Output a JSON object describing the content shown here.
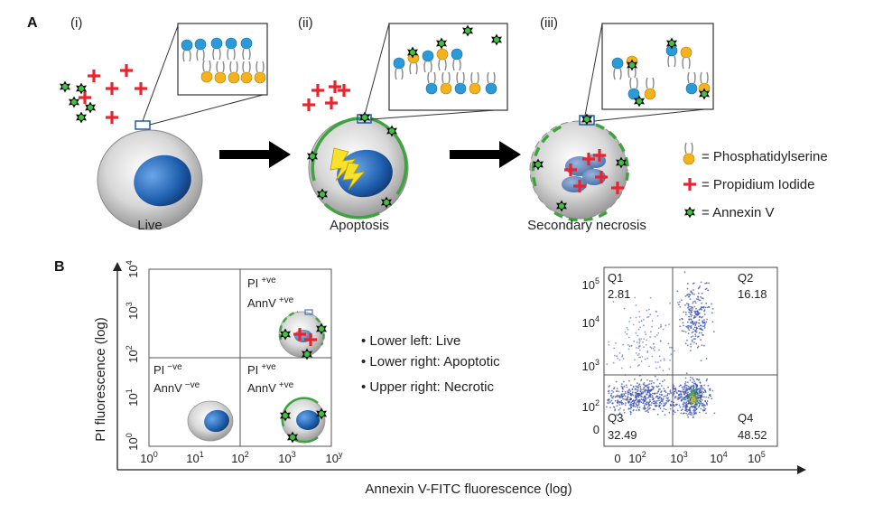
{
  "panel_a": {
    "letter": "A",
    "stage_numbers": [
      "(i)",
      "(ii)",
      "(iii)"
    ],
    "stage_labels": [
      "Live",
      "Apoptosis",
      "Secondary necrosis"
    ],
    "legend": [
      {
        "icon": "phosphatidylserine-icon",
        "label": "= Phosphatidylserine"
      },
      {
        "icon": "propidium-iodide-icon",
        "label": "= Propidium Iodide"
      },
      {
        "icon": "annexin-v-icon",
        "label": "= Annexin V"
      }
    ]
  },
  "panel_b": {
    "letter": "B",
    "ylabel": "PI fluorescence (log)",
    "xlabel": "Annexin V-FITC fluorescence (log)",
    "left_plot": {
      "y_ticks": [
        {
          "base": "10",
          "exp": "0"
        },
        {
          "base": "10",
          "exp": "1"
        },
        {
          "base": "10",
          "exp": "2"
        },
        {
          "base": "10",
          "exp": "3"
        },
        {
          "base": "10",
          "exp": "4"
        }
      ],
      "x_ticks": [
        {
          "base": "10",
          "exp": "0"
        },
        {
          "base": "10",
          "exp": "1"
        },
        {
          "base": "10",
          "exp": "2"
        },
        {
          "base": "10",
          "exp": "3"
        },
        {
          "base": "10",
          "exp": "y"
        }
      ],
      "quadrants": {
        "upper_right": {
          "pi": "PI",
          "pi_sup": "+ve",
          "ann": "AnnV",
          "ann_sup": "+ve"
        },
        "lower_left": {
          "pi": "PI",
          "pi_sup": "−ve",
          "ann": "AnnV",
          "ann_sup": "−ve"
        },
        "lower_right": {
          "pi": "PI",
          "pi_sup": "+ve",
          "ann": "AnnV",
          "ann_sup": "+ve"
        }
      }
    },
    "bullets": [
      "• Lower left: Live",
      "• Lower right: Apoptotic",
      "• Upper right: Necrotic"
    ],
    "right_plot": {
      "y_ticks": [
        {
          "base": "0",
          "exp": ""
        },
        {
          "base": "10",
          "exp": "2"
        },
        {
          "base": "10",
          "exp": "3"
        },
        {
          "base": "10",
          "exp": "4"
        },
        {
          "base": "10",
          "exp": "5"
        }
      ],
      "x_ticks": [
        {
          "base": "0",
          "exp": ""
        },
        {
          "base": "10",
          "exp": "2"
        },
        {
          "base": "10",
          "exp": "3"
        },
        {
          "base": "10",
          "exp": "4"
        },
        {
          "base": "10",
          "exp": "5"
        }
      ],
      "quadrants": [
        {
          "name": "Q1",
          "value": "2.81"
        },
        {
          "name": "Q2",
          "value": "16.18"
        },
        {
          "name": "Q3",
          "value": "32.49"
        },
        {
          "name": "Q4",
          "value": "48.52"
        }
      ]
    }
  },
  "colors": {
    "pi_red": "#e8252e",
    "annexin_green": "#2a8a2a",
    "nucleus_blue": "#1f5fae",
    "lipid_blue": "#2a9ad8",
    "lipid_yellow": "#f4b21b",
    "dots": "#3a4fb0"
  }
}
